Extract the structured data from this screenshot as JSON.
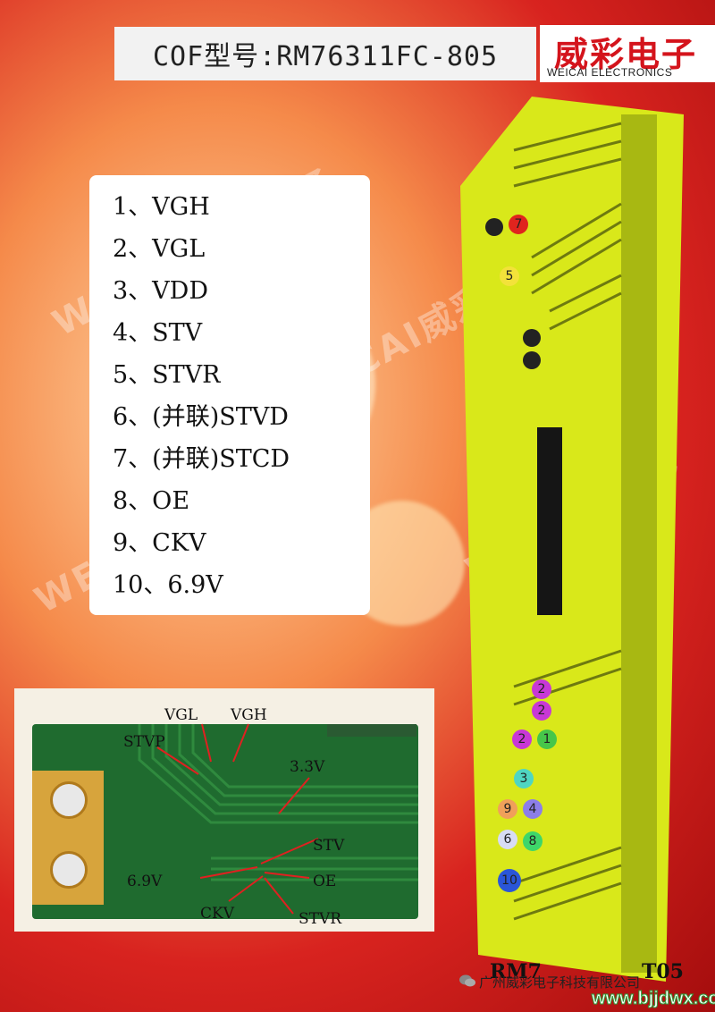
{
  "title": "COF型号:RM76311FC-805",
  "logo": {
    "cn": "威彩电子",
    "en": "WEICAI ELECTRONICS"
  },
  "pin_list": [
    "1、VGH",
    "2、VGL",
    "3、VDD",
    "4、STV",
    "5、STVR",
    "6、(并联)STVD",
    "7、(并联)STCD",
    "8、OE",
    "9、CKV",
    "10、6.9V"
  ],
  "board_labels": {
    "vgl": "VGL",
    "vgh": "VGH",
    "stvp": "STVP",
    "v33": "3.3V",
    "stv": "STV",
    "v69": "6.9V",
    "oe": "OE",
    "ckv": "CKV",
    "stvr": "STVR"
  },
  "cof_markers": [
    {
      "num": "7",
      "color": "#e0241e"
    },
    {
      "num": "5",
      "color": "#f3e23a"
    },
    {
      "num": "2",
      "color": "#c838d6"
    },
    {
      "num": "2",
      "color": "#c838d6"
    },
    {
      "num": "2",
      "color": "#c838d6"
    },
    {
      "num": "1",
      "color": "#46c64a"
    },
    {
      "num": "3",
      "color": "#4fd6c2"
    },
    {
      "num": "9",
      "color": "#f0a05a"
    },
    {
      "num": "4",
      "color": "#8c7ee8"
    },
    {
      "num": "6",
      "color": "#d8dcf4"
    },
    {
      "num": "8",
      "color": "#3ed66a"
    },
    {
      "num": "10",
      "color": "#2a56d8"
    }
  ],
  "cof_model_partial": "RM7",
  "cof_model_tail": "T05",
  "footer": {
    "company": "广州威彩电子科技有限公司",
    "site": "www.bjjdwx.com"
  },
  "watermark": "WEICAI威彩电子",
  "colors": {
    "brand_red": "#d4141c",
    "cof_yellow": "#d9e81a",
    "pcb_green": "#1f6b2f"
  }
}
